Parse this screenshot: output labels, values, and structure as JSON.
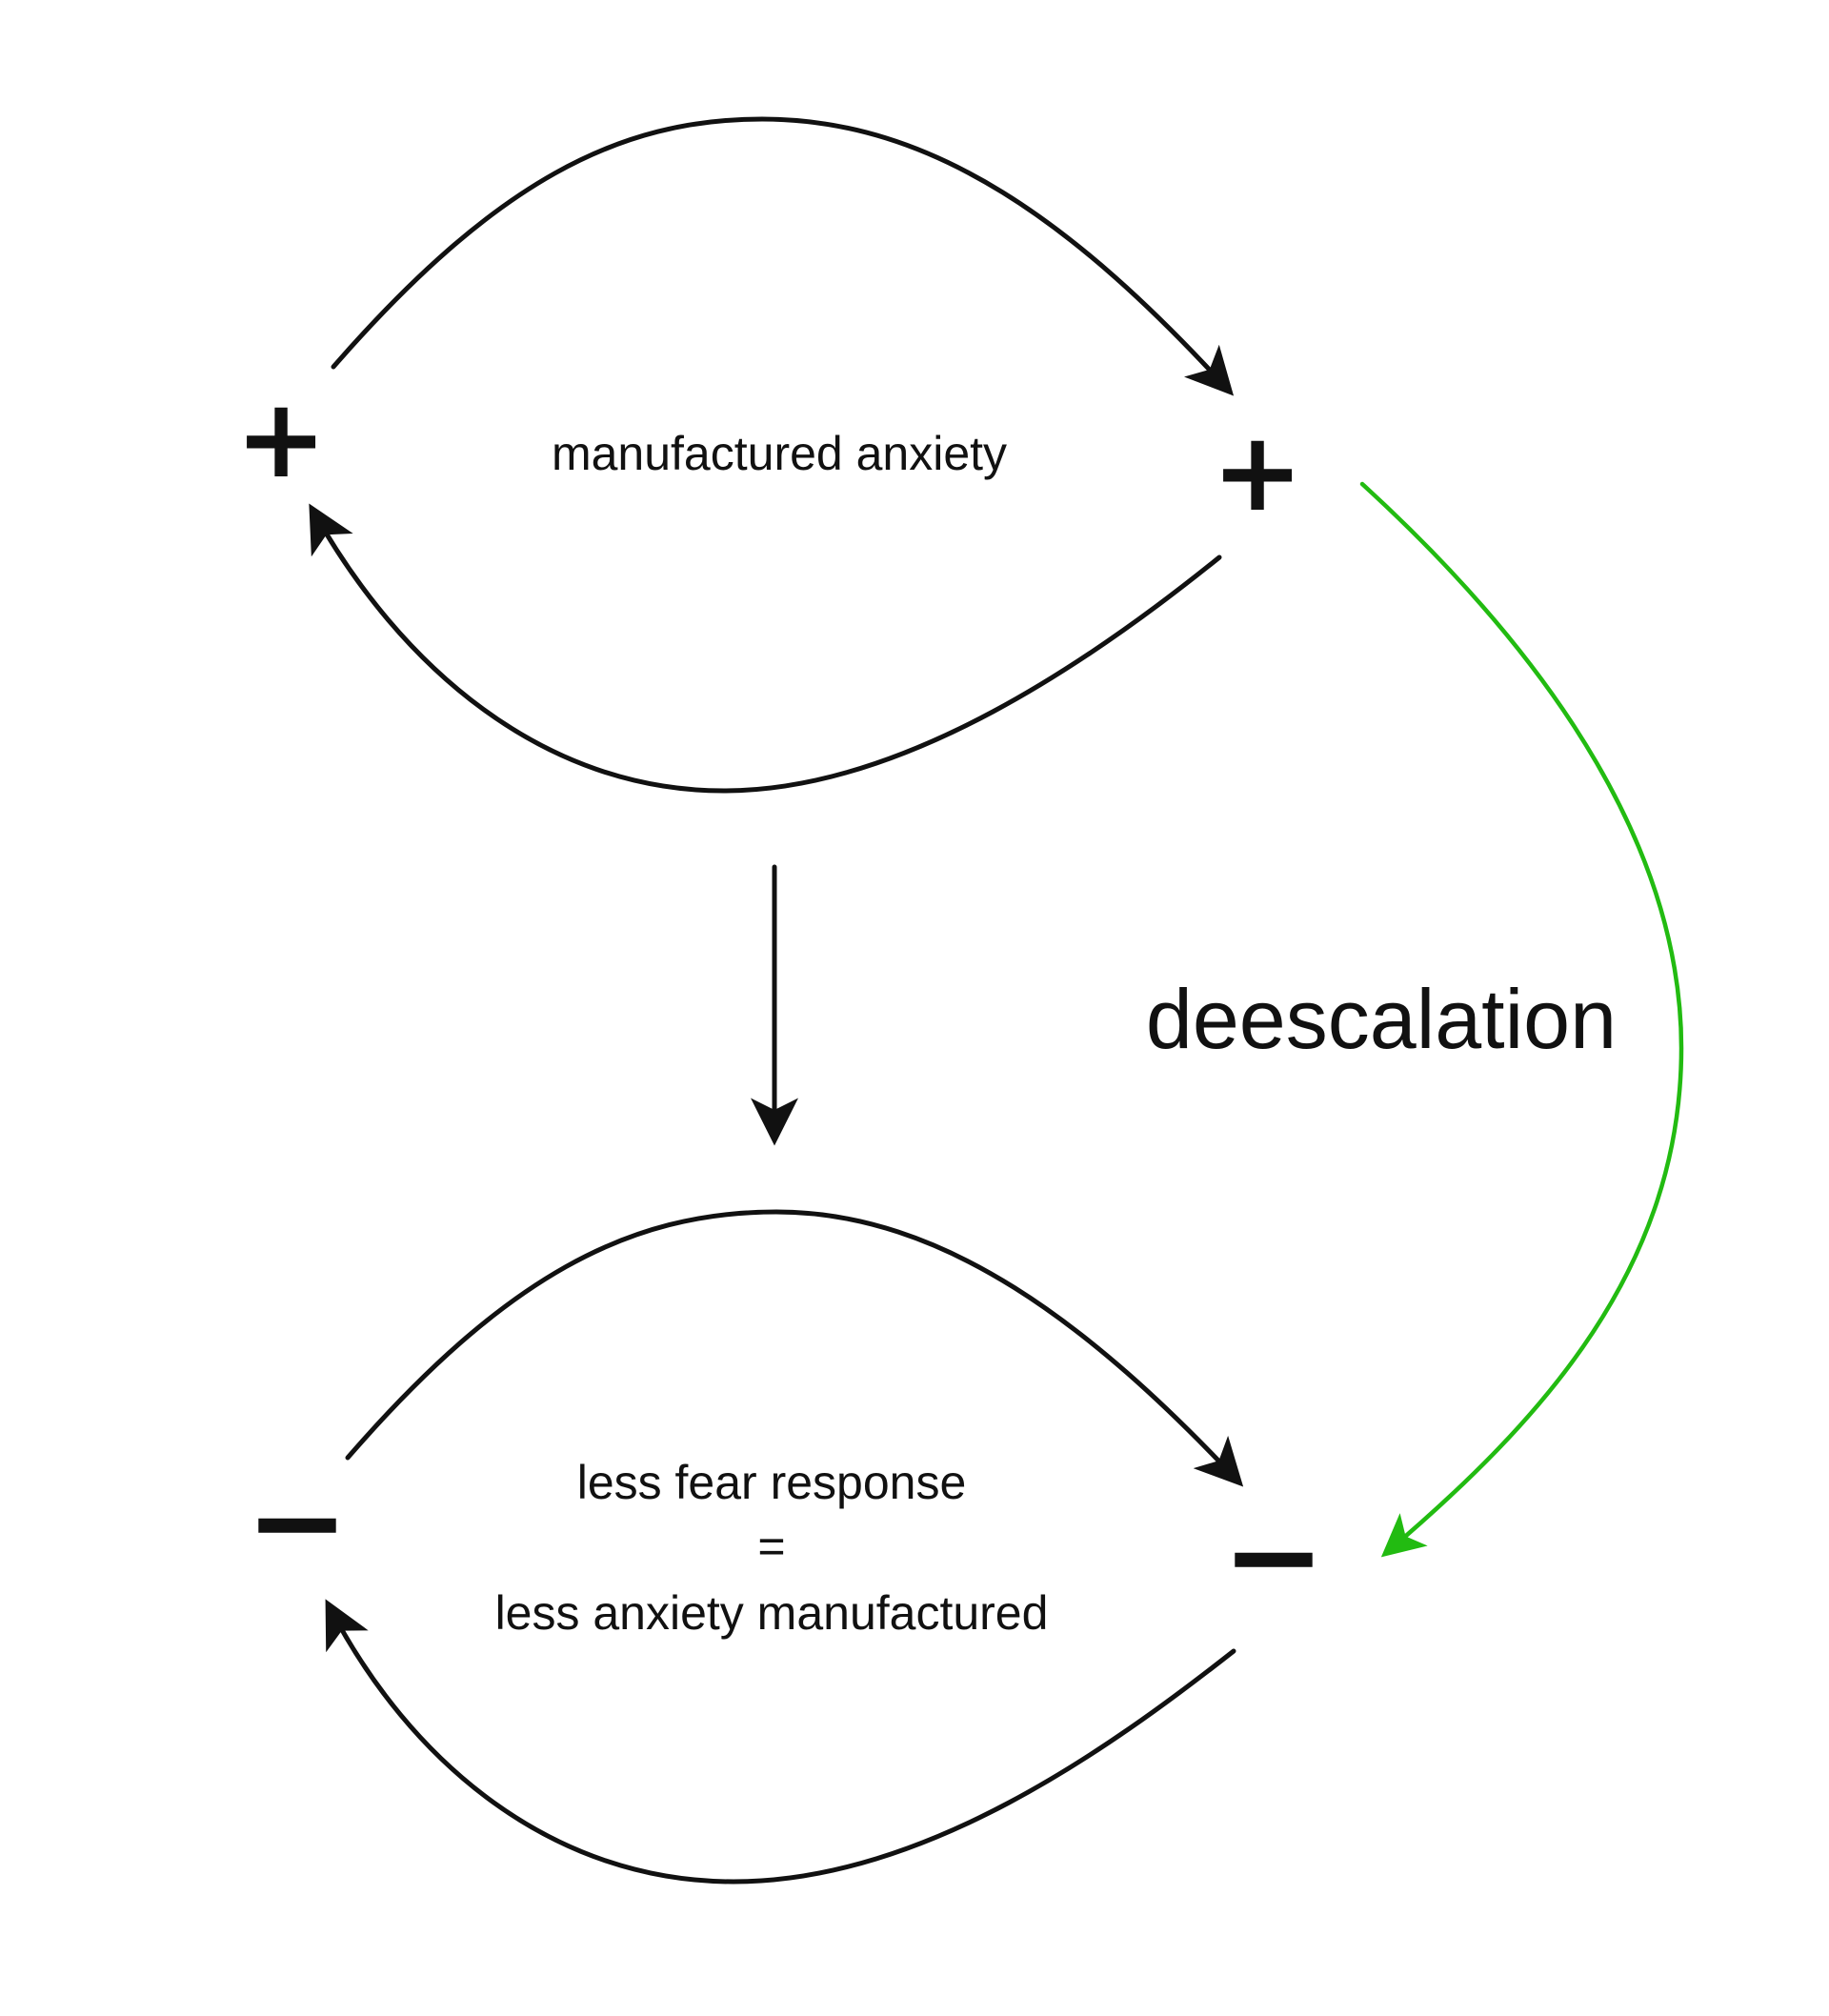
{
  "top_loop": {
    "label": "manufactured anxiety",
    "left_sign": "+",
    "right_sign": "+"
  },
  "bottom_loop": {
    "label_line1": "less fear response",
    "label_line2": "=",
    "label_line3": "less anxiety manufactured",
    "left_sign": "−",
    "right_sign": "−"
  },
  "side_arrow": {
    "label": "deescalation",
    "color": "#22bb11"
  },
  "line_color": "#111111"
}
